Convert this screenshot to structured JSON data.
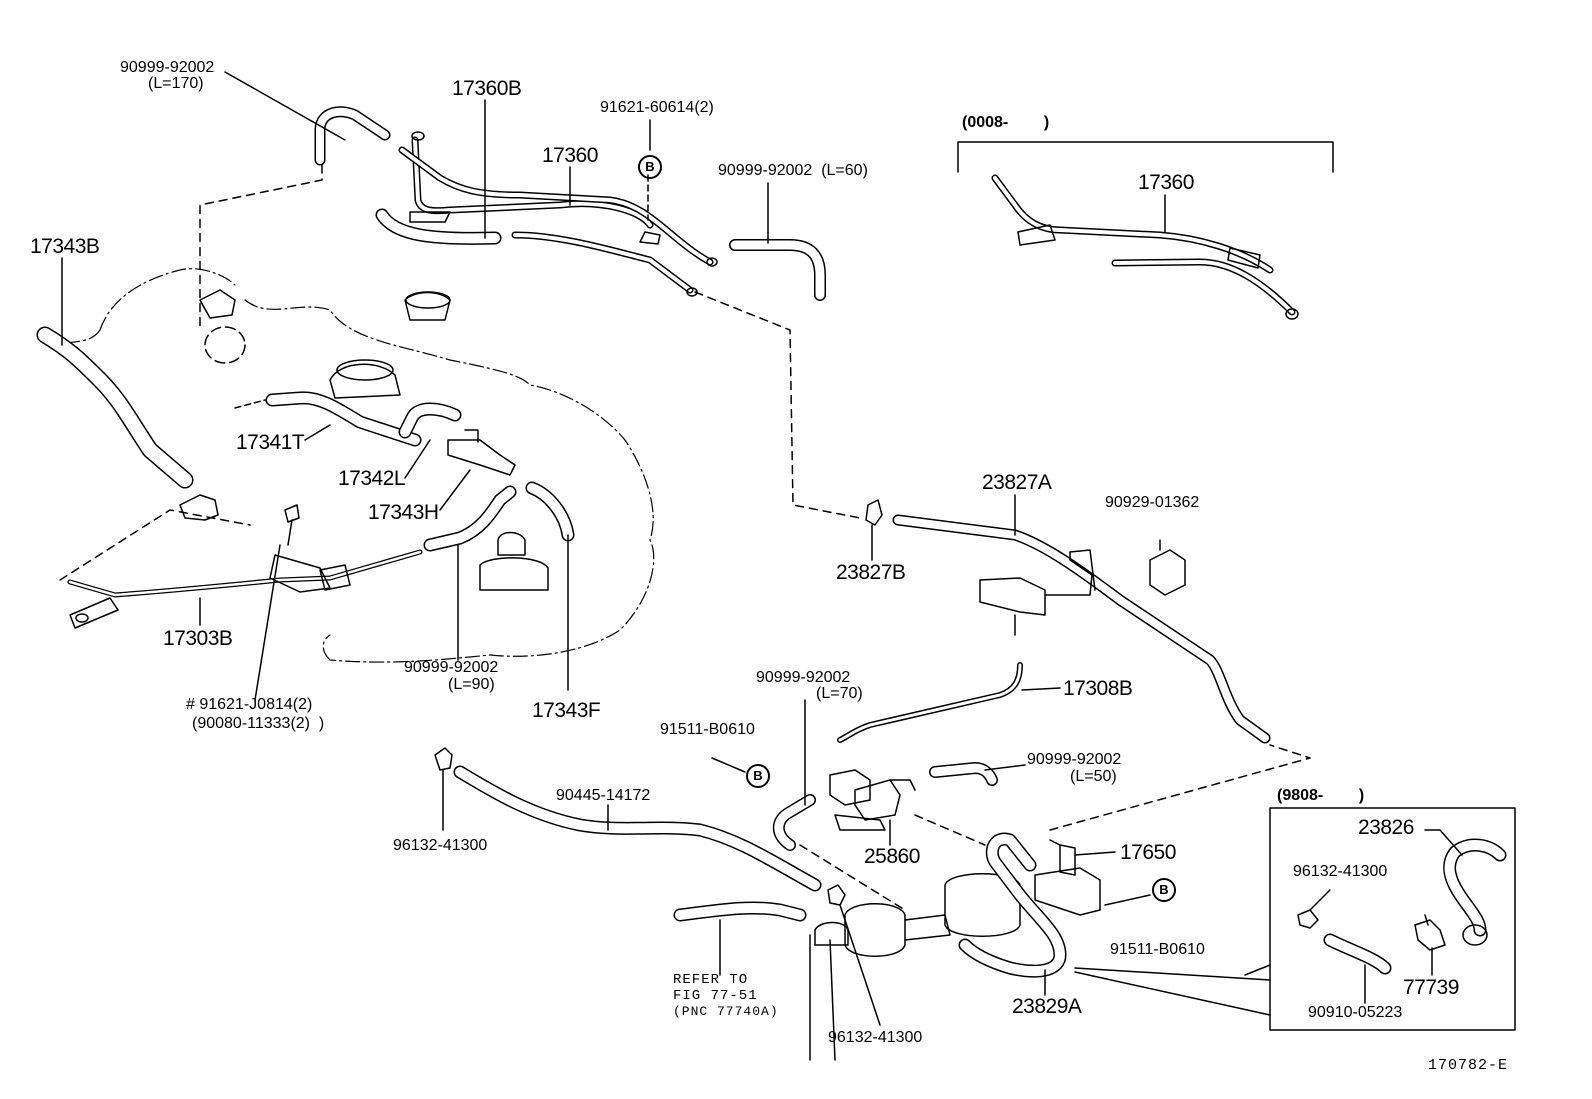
{
  "labels": {
    "hose_170_pn": "90999-92002",
    "hose_170_len": "(L=170)",
    "p17360B": "17360B",
    "clip_b_top": "91621-60614(2)",
    "p17360": "17360",
    "hose_60": "90999-92002  (L=60)",
    "alt_range": "(0008-        )",
    "p17360_alt": "17360",
    "p17343B": "17343B",
    "p17341T": "17341T",
    "p17342L": "17342L",
    "p17343H": "17343H",
    "p23827A": "23827A",
    "p90929": "90929-01362",
    "p23827B": "23827B",
    "p17303B": "17303B",
    "bolt_pn": "# 91621-J0814(2)",
    "bolt_alt": "(90080-11333(2)  )",
    "hose_90_pn": "90999-92002",
    "hose_90_len": "(L=90)",
    "p17343F": "17343F",
    "hose_70_pn": "90999-92002",
    "hose_70_len": "(L=70)",
    "p17308B": "17308B",
    "p91511_a": "91511-B0610",
    "hose_50_pn": "90999-92002",
    "hose_50_len": "(L=50)",
    "p96132_left": "96132-41300",
    "p90445": "90445-14172",
    "p25860": "25860",
    "p17650": "17650",
    "p91511_b": "91511-B0610",
    "refer_1": "REFER TO",
    "refer_2": "FIG 77-51",
    "refer_3": "(PNC 77740A)",
    "p96132_bottom": "96132-41300",
    "p23829A": "23829A",
    "inset_range": "(9808-        )",
    "p23826": "23826",
    "p96132_inset": "96132-41300",
    "p77739": "77739",
    "p90910": "90910-05223",
    "figure_id": "170782-E"
  },
  "callouts": {
    "b1": "B",
    "b2": "B",
    "b3": "B"
  }
}
